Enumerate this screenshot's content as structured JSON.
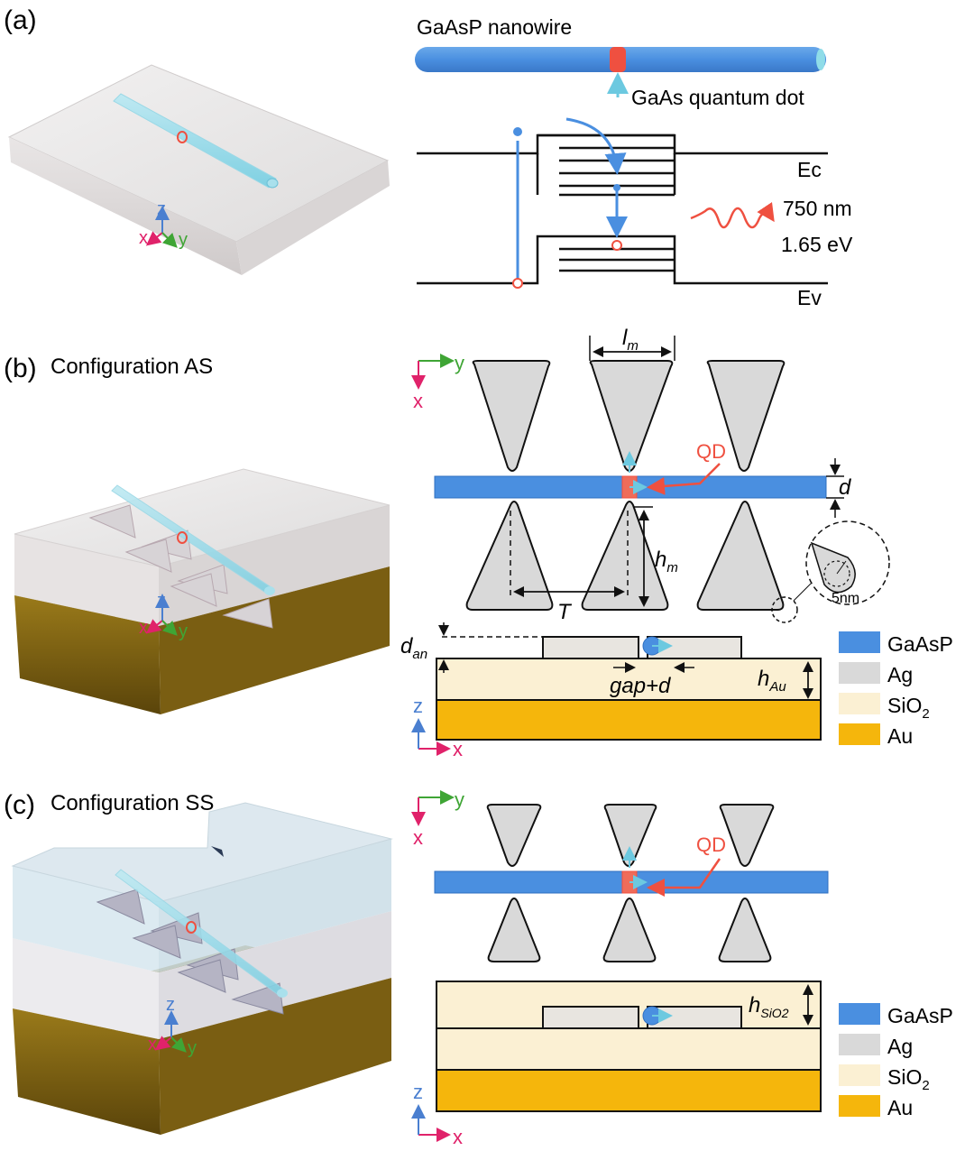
{
  "panels": {
    "a": {
      "label": "(a)"
    },
    "b": {
      "label": "(b)",
      "title": "Configuration AS"
    },
    "c": {
      "label": "(c)",
      "title": "Configuration SS"
    }
  },
  "axes_labels": {
    "x": "x",
    "y": "y",
    "z": "z"
  },
  "band_diagram": {
    "nanowire_label": "GaAsP nanowire",
    "qd_label": "GaAs quantum dot",
    "ec_label": "Ec",
    "ev_label": "Ev",
    "wavelength": "750 nm",
    "energy": "1.65 eV"
  },
  "schematic": {
    "lm": "l",
    "lm_sub": "m",
    "hm": "h",
    "hm_sub": "m",
    "d": "d",
    "T": "T",
    "qd": "QD",
    "radius": "5nm",
    "dan": "d",
    "dan_sub": "an",
    "gap": "gap+d",
    "hau": "h",
    "hau_sub": "Au",
    "hsio2": "h",
    "hsio2_sub": "SiO2"
  },
  "legend": {
    "items": [
      {
        "label": "GaAsP",
        "color": "#4a8fe0"
      },
      {
        "label": "Ag",
        "color": "#d9d9d9"
      },
      {
        "label": "SiO",
        "sub": "2",
        "color": "#fbf0d3"
      },
      {
        "label": "Au",
        "color": "#f5b60c"
      }
    ]
  },
  "colors": {
    "nanowire": "#4a8fe0",
    "qd": "#ef6c5a",
    "antenna": "#d9d9d9",
    "sio2": "#fbf0d3",
    "au": "#f5b60c",
    "x_axis": "#e0226a",
    "y_axis": "#3fa535",
    "z_axis": "#4a7fd0"
  }
}
